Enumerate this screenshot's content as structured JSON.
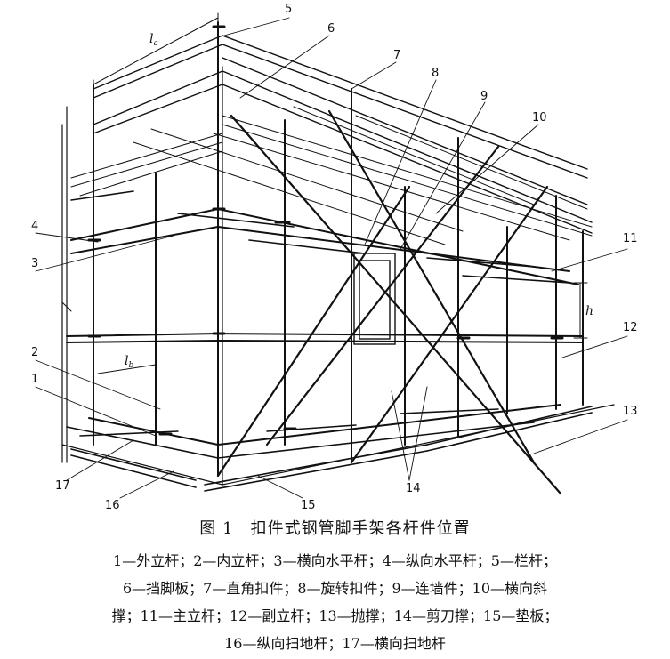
{
  "figure": {
    "title": "图 1　扣件式钢管脚手架各杆件位置",
    "legend_lines": [
      "1—外立杆；2—内立杆；3—横向水平杆；4—纵向水平杆；5—栏杆；",
      "6—挡脚板；7—直角扣件；8—旋转扣件；9—连墙件；10—横向斜",
      "撑；11—主立杆；12—副立杆；13—抛撑；14—剪刀撑；15—垫板；",
      "16—纵向扫地杆；17—横向扫地杆"
    ],
    "dimension_labels": {
      "la": "l",
      "la_sub": "a",
      "lb": "l",
      "lb_sub": "b",
      "h": "h"
    },
    "callouts": [
      "1",
      "2",
      "3",
      "4",
      "5",
      "6",
      "7",
      "8",
      "9",
      "10",
      "11",
      "12",
      "13",
      "14",
      "15",
      "16",
      "17"
    ]
  }
}
